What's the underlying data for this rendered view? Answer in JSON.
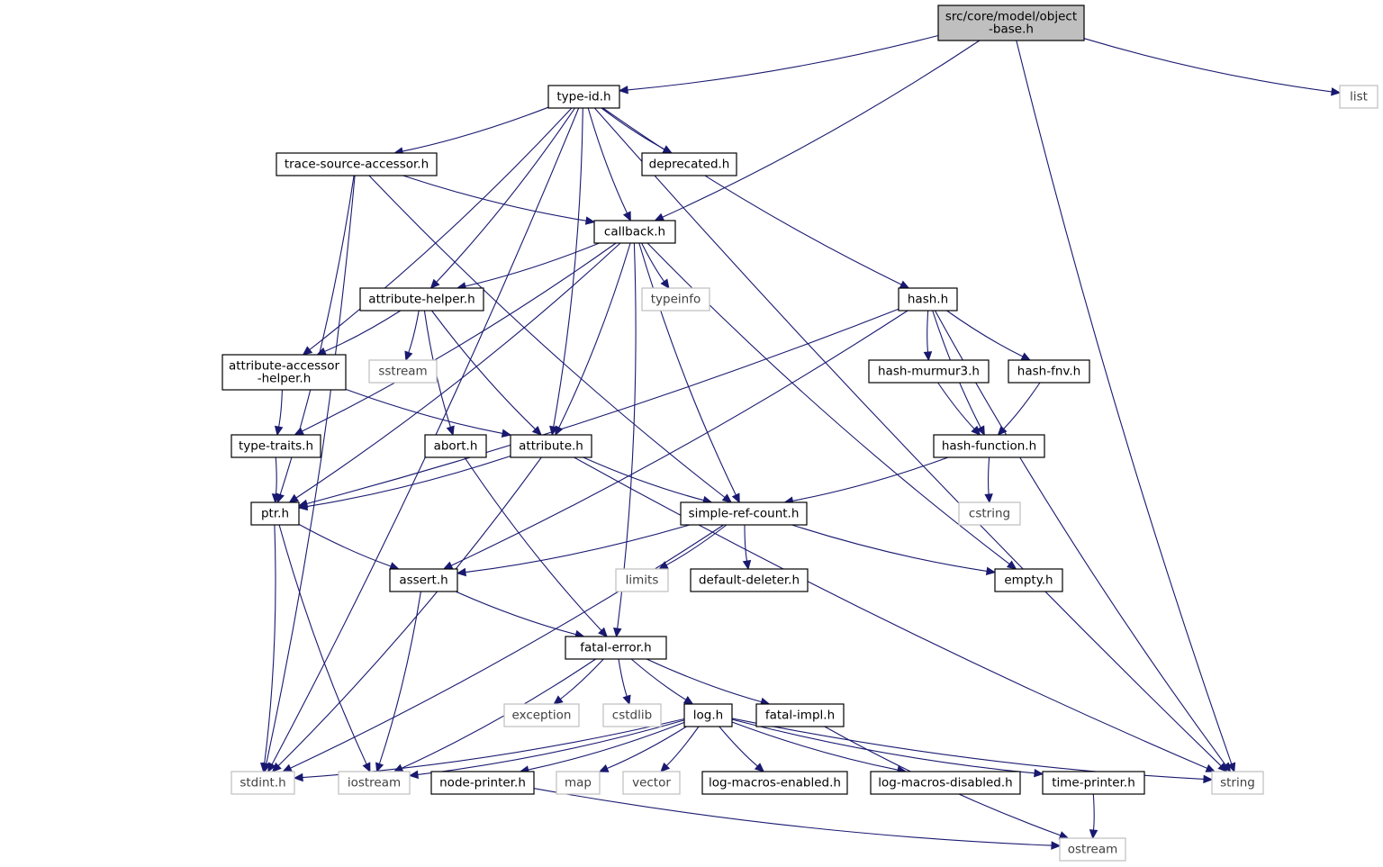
{
  "colors": {
    "edge": "#191970",
    "node_border": "#000000",
    "node_fill": "#ffffff",
    "external_border": "#bfbfbf",
    "external_text": "#404040",
    "root_fill": "#bfbfbf",
    "text": "#000000"
  },
  "nodes": [
    {
      "id": "object-base",
      "lines": [
        "src/core/model/object",
        "-base.h"
      ],
      "kind": "root"
    },
    {
      "id": "type-id",
      "lines": [
        "type-id.h"
      ],
      "kind": "file"
    },
    {
      "id": "list",
      "lines": [
        "list"
      ],
      "kind": "external"
    },
    {
      "id": "trace-source-accessor",
      "lines": [
        "trace-source-accessor.h"
      ],
      "kind": "file"
    },
    {
      "id": "deprecated",
      "lines": [
        "deprecated.h"
      ],
      "kind": "file"
    },
    {
      "id": "callback",
      "lines": [
        "callback.h"
      ],
      "kind": "file"
    },
    {
      "id": "attribute-helper",
      "lines": [
        "attribute-helper.h"
      ],
      "kind": "file"
    },
    {
      "id": "typeinfo",
      "lines": [
        "typeinfo"
      ],
      "kind": "external"
    },
    {
      "id": "hash",
      "lines": [
        "hash.h"
      ],
      "kind": "file"
    },
    {
      "id": "attribute-accessor-helper",
      "lines": [
        "attribute-accessor",
        "-helper.h"
      ],
      "kind": "file"
    },
    {
      "id": "sstream",
      "lines": [
        "sstream"
      ],
      "kind": "external"
    },
    {
      "id": "hash-murmur3",
      "lines": [
        "hash-murmur3.h"
      ],
      "kind": "file"
    },
    {
      "id": "hash-fnv",
      "lines": [
        "hash-fnv.h"
      ],
      "kind": "file"
    },
    {
      "id": "type-traits",
      "lines": [
        "type-traits.h"
      ],
      "kind": "file"
    },
    {
      "id": "abort",
      "lines": [
        "abort.h"
      ],
      "kind": "file"
    },
    {
      "id": "attribute",
      "lines": [
        "attribute.h"
      ],
      "kind": "file"
    },
    {
      "id": "hash-function",
      "lines": [
        "hash-function.h"
      ],
      "kind": "file"
    },
    {
      "id": "ptr",
      "lines": [
        "ptr.h"
      ],
      "kind": "file"
    },
    {
      "id": "simple-ref-count",
      "lines": [
        "simple-ref-count.h"
      ],
      "kind": "file"
    },
    {
      "id": "cstring",
      "lines": [
        "cstring"
      ],
      "kind": "external"
    },
    {
      "id": "assert",
      "lines": [
        "assert.h"
      ],
      "kind": "file"
    },
    {
      "id": "limits",
      "lines": [
        "limits"
      ],
      "kind": "external"
    },
    {
      "id": "default-deleter",
      "lines": [
        "default-deleter.h"
      ],
      "kind": "file"
    },
    {
      "id": "empty",
      "lines": [
        "empty.h"
      ],
      "kind": "file"
    },
    {
      "id": "fatal-error",
      "lines": [
        "fatal-error.h"
      ],
      "kind": "file"
    },
    {
      "id": "exception",
      "lines": [
        "exception"
      ],
      "kind": "external"
    },
    {
      "id": "cstdlib",
      "lines": [
        "cstdlib"
      ],
      "kind": "external"
    },
    {
      "id": "log",
      "lines": [
        "log.h"
      ],
      "kind": "file"
    },
    {
      "id": "fatal-impl",
      "lines": [
        "fatal-impl.h"
      ],
      "kind": "file"
    },
    {
      "id": "stdint",
      "lines": [
        "stdint.h"
      ],
      "kind": "external"
    },
    {
      "id": "iostream",
      "lines": [
        "iostream"
      ],
      "kind": "external"
    },
    {
      "id": "node-printer",
      "lines": [
        "node-printer.h"
      ],
      "kind": "file"
    },
    {
      "id": "map",
      "lines": [
        "map"
      ],
      "kind": "external"
    },
    {
      "id": "vector",
      "lines": [
        "vector"
      ],
      "kind": "external"
    },
    {
      "id": "log-macros-enabled",
      "lines": [
        "log-macros-enabled.h"
      ],
      "kind": "file"
    },
    {
      "id": "log-macros-disabled",
      "lines": [
        "log-macros-disabled.h"
      ],
      "kind": "file"
    },
    {
      "id": "time-printer",
      "lines": [
        "time-printer.h"
      ],
      "kind": "file"
    },
    {
      "id": "string",
      "lines": [
        "string"
      ],
      "kind": "external"
    },
    {
      "id": "ostream",
      "lines": [
        "ostream"
      ],
      "kind": "external"
    }
  ],
  "edges": [
    [
      "object-base",
      "type-id"
    ],
    [
      "object-base",
      "callback"
    ],
    [
      "object-base",
      "list"
    ],
    [
      "object-base",
      "string"
    ],
    [
      "type-id",
      "trace-source-accessor"
    ],
    [
      "type-id",
      "deprecated"
    ],
    [
      "type-id",
      "callback"
    ],
    [
      "type-id",
      "attribute-helper"
    ],
    [
      "type-id",
      "attribute-accessor-helper"
    ],
    [
      "type-id",
      "attribute"
    ],
    [
      "type-id",
      "hash"
    ],
    [
      "type-id",
      "stdint"
    ],
    [
      "type-id",
      "string"
    ],
    [
      "trace-source-accessor",
      "callback"
    ],
    [
      "trace-source-accessor",
      "ptr"
    ],
    [
      "trace-source-accessor",
      "simple-ref-count"
    ],
    [
      "trace-source-accessor",
      "stdint"
    ],
    [
      "callback",
      "attribute-helper"
    ],
    [
      "callback",
      "typeinfo"
    ],
    [
      "callback",
      "attribute"
    ],
    [
      "callback",
      "simple-ref-count"
    ],
    [
      "callback",
      "ptr"
    ],
    [
      "callback",
      "type-traits"
    ],
    [
      "callback",
      "fatal-error"
    ],
    [
      "callback",
      "empty"
    ],
    [
      "attribute-helper",
      "attribute-accessor-helper"
    ],
    [
      "attribute-helper",
      "sstream"
    ],
    [
      "attribute-helper",
      "abort"
    ],
    [
      "attribute-helper",
      "attribute"
    ],
    [
      "attribute-accessor-helper",
      "type-traits"
    ],
    [
      "attribute-accessor-helper",
      "attribute"
    ],
    [
      "hash",
      "hash-murmur3"
    ],
    [
      "hash",
      "hash-fnv"
    ],
    [
      "hash",
      "hash-function"
    ],
    [
      "hash",
      "ptr"
    ],
    [
      "hash",
      "assert"
    ],
    [
      "hash",
      "string"
    ],
    [
      "hash-murmur3",
      "hash-function"
    ],
    [
      "hash-fnv",
      "hash-function"
    ],
    [
      "hash-function",
      "simple-ref-count"
    ],
    [
      "hash-function",
      "cstring"
    ],
    [
      "type-traits",
      "ptr"
    ],
    [
      "abort",
      "fatal-error"
    ],
    [
      "attribute",
      "ptr"
    ],
    [
      "attribute",
      "simple-ref-count"
    ],
    [
      "attribute",
      "stdint"
    ],
    [
      "attribute",
      "string"
    ],
    [
      "ptr",
      "assert"
    ],
    [
      "ptr",
      "stdint"
    ],
    [
      "ptr",
      "iostream"
    ],
    [
      "simple-ref-count",
      "assert"
    ],
    [
      "simple-ref-count",
      "limits"
    ],
    [
      "simple-ref-count",
      "default-deleter"
    ],
    [
      "simple-ref-count",
      "empty"
    ],
    [
      "simple-ref-count",
      "stdint"
    ],
    [
      "assert",
      "fatal-error"
    ],
    [
      "assert",
      "iostream"
    ],
    [
      "fatal-error",
      "exception"
    ],
    [
      "fatal-error",
      "cstdlib"
    ],
    [
      "fatal-error",
      "log"
    ],
    [
      "fatal-error",
      "fatal-impl"
    ],
    [
      "fatal-error",
      "iostream"
    ],
    [
      "fatal-impl",
      "ostream"
    ],
    [
      "log",
      "stdint"
    ],
    [
      "log",
      "iostream"
    ],
    [
      "log",
      "node-printer"
    ],
    [
      "log",
      "map"
    ],
    [
      "log",
      "vector"
    ],
    [
      "log",
      "log-macros-enabled"
    ],
    [
      "log",
      "log-macros-disabled"
    ],
    [
      "log",
      "time-printer"
    ],
    [
      "log",
      "string"
    ],
    [
      "node-printer",
      "ostream"
    ],
    [
      "time-printer",
      "ostream"
    ]
  ]
}
